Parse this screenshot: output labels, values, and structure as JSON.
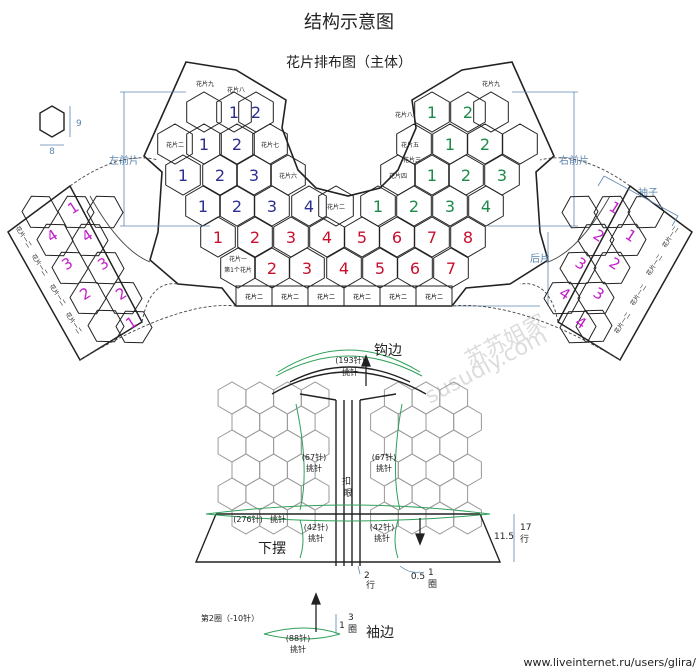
{
  "title": "结构示意图",
  "subtitle": "花片排布图（主体）",
  "colors": {
    "blue": "#2b2f8f",
    "green": "#1d8a4a",
    "red": "#c8102e",
    "magenta": "#c21fc9",
    "dim": "#5b86b0",
    "edge": "#2fa05a",
    "line": "#222222"
  },
  "legend": {
    "height_label": "9",
    "width_label": "8"
  },
  "dims": {
    "left_front": "左前片",
    "right_front": "右前片",
    "back": "后片",
    "sleeve": "袖子"
  },
  "motif_labels": {
    "l9": "花片九",
    "l8": "花片八",
    "l7": "花片七",
    "l6": "花片六",
    "l2": "花片二",
    "l1": "花片一",
    "first": "第1个花片",
    "r9": "花片九",
    "r8": "花片八",
    "r5": "花片五",
    "r3": "花片三",
    "r4": "花片四"
  },
  "numbers": {
    "L1": [
      "1",
      "2"
    ],
    "L2": [
      "1",
      "2"
    ],
    "L3": [
      "1",
      "2",
      "3"
    ],
    "L4": [
      "1",
      "2",
      "3",
      "4"
    ],
    "M1": [
      "1",
      "2"
    ],
    "M2": [
      "1",
      "2"
    ],
    "M3": [
      "1",
      "2",
      "3"
    ],
    "M4": [
      "1",
      "2",
      "3",
      "4"
    ],
    "B1": [
      "1",
      "2",
      "3",
      "4",
      "5",
      "6",
      "7",
      "8"
    ],
    "B2": [
      "2",
      "3",
      "4",
      "5",
      "6",
      "7"
    ],
    "S": [
      "1",
      "4",
      "4",
      "3",
      "3",
      "2",
      "2",
      "1"
    ],
    "SR": [
      "1",
      "2",
      "1",
      "3",
      "2",
      "3",
      "4",
      "4"
    ]
  },
  "band_labels": {
    "piece2": "花片二",
    "sleeve_band": "花片一二"
  },
  "assembly": {
    "neck_title": "钩边",
    "neck_count": "(193针)",
    "neck_pick": "挑针",
    "left_count": "(67针)",
    "left_pick": "挑针",
    "right_count": "(67针)",
    "right_pick": "挑针",
    "button_band": "扣\n眼",
    "hem_count": "(276针)",
    "hem_pick": "挑针",
    "hem_side_left": "(42针)",
    "hem_side_left_pick": "挑针",
    "hem_side_right": "(42针)",
    "hem_side_right_pick": "挑针",
    "hem_title": "下摆",
    "hem_height": "11.5",
    "hem_rows": "17\n行",
    "bottom_rows": "2\n行",
    "bottom_edge": "0.5",
    "bottom_edge_rows": "1\n圈",
    "cuff_round": "第2圈（-10针）",
    "cuff_count": "(88针)",
    "cuff_pick": "挑针",
    "cuff_height": "1",
    "cuff_rows": "3\n圈",
    "cuff_title": "袖边"
  },
  "watermark": {
    "cn": "苏苏姐家",
    "en": "susudiy.com",
    "footer": "www.liveinternet.ru/users/glira/"
  }
}
